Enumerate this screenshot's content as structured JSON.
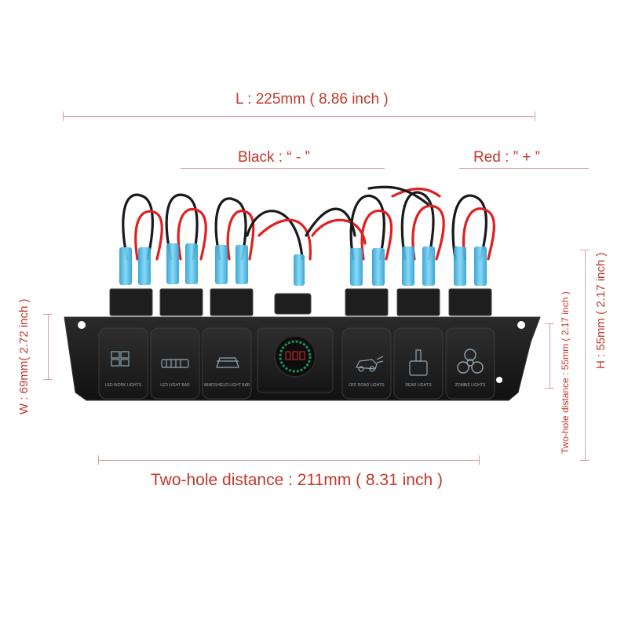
{
  "dimensions": {
    "length": "L : 225mm ( 8.86 inch )",
    "width": "W : 69mm( 2.72 inch )",
    "height": "H : 55mm ( 2.17 inch )",
    "right_hole_distance": "Two-hole distance : 55mm ( 2.17 inch )",
    "bottom_hole_distance": "Two-hole distance : 211mm ( 8.31 inch )"
  },
  "wires": {
    "black_label": "Black :  “  -  ”",
    "red_label": "Red :  ”  +  ”"
  },
  "switches": [
    {
      "label": "LED WORK LIGHTS",
      "icon": "work-light-icon"
    },
    {
      "label": "LED LIGHT BAR",
      "icon": "light-bar-icon"
    },
    {
      "label": "WINDSHIELD LIGHT BAR",
      "icon": "windshield-light-icon"
    },
    {
      "label": "",
      "icon": "voltmeter-icon"
    },
    {
      "label": "OFF ROAD LIGHTS",
      "icon": "off-road-icon"
    },
    {
      "label": "REAR LIGHTS",
      "icon": "rear-light-icon"
    },
    {
      "label": "ZOMBIE LIGHTS",
      "icon": "biohazard-icon"
    }
  ],
  "colors": {
    "dimension_text": "#c0392b",
    "wire_red": "#e02020",
    "wire_black": "#1a1a1a",
    "connector_blue": "#3fb8e6",
    "panel": "#1c1c1c",
    "switch_glow": "#5a7a8a"
  }
}
